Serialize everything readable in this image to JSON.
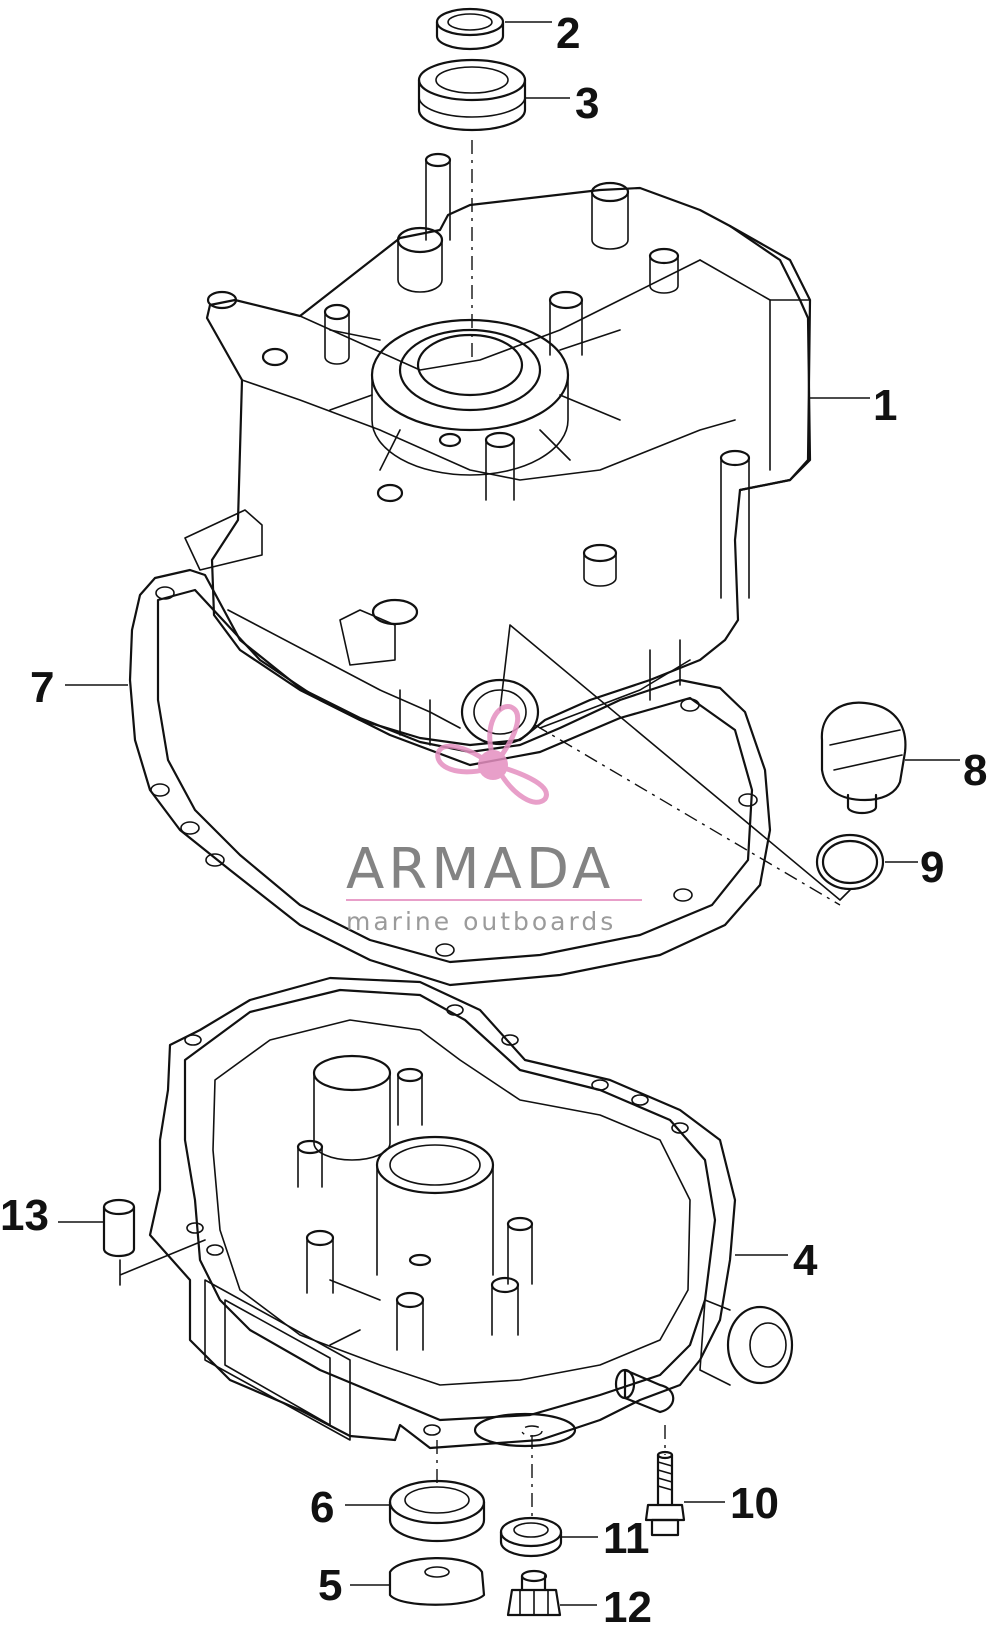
{
  "callouts": [
    {
      "id": "1",
      "label": "1"
    },
    {
      "id": "2",
      "label": "2"
    },
    {
      "id": "3",
      "label": "3"
    },
    {
      "id": "4",
      "label": "4"
    },
    {
      "id": "5",
      "label": "5"
    },
    {
      "id": "6",
      "label": "6"
    },
    {
      "id": "7",
      "label": "7"
    },
    {
      "id": "8",
      "label": "8"
    },
    {
      "id": "9",
      "label": "9"
    },
    {
      "id": "10",
      "label": "10"
    },
    {
      "id": "11",
      "label": "11"
    },
    {
      "id": "12",
      "label": "12"
    },
    {
      "id": "13",
      "label": "13"
    }
  ],
  "watermark": {
    "brand": "ARMADA",
    "tagline": "marine outboards",
    "accent_color": "#e58fc0",
    "logo_icon": "propeller-icon"
  },
  "line_color": "#111111",
  "background_color": "#ffffff"
}
